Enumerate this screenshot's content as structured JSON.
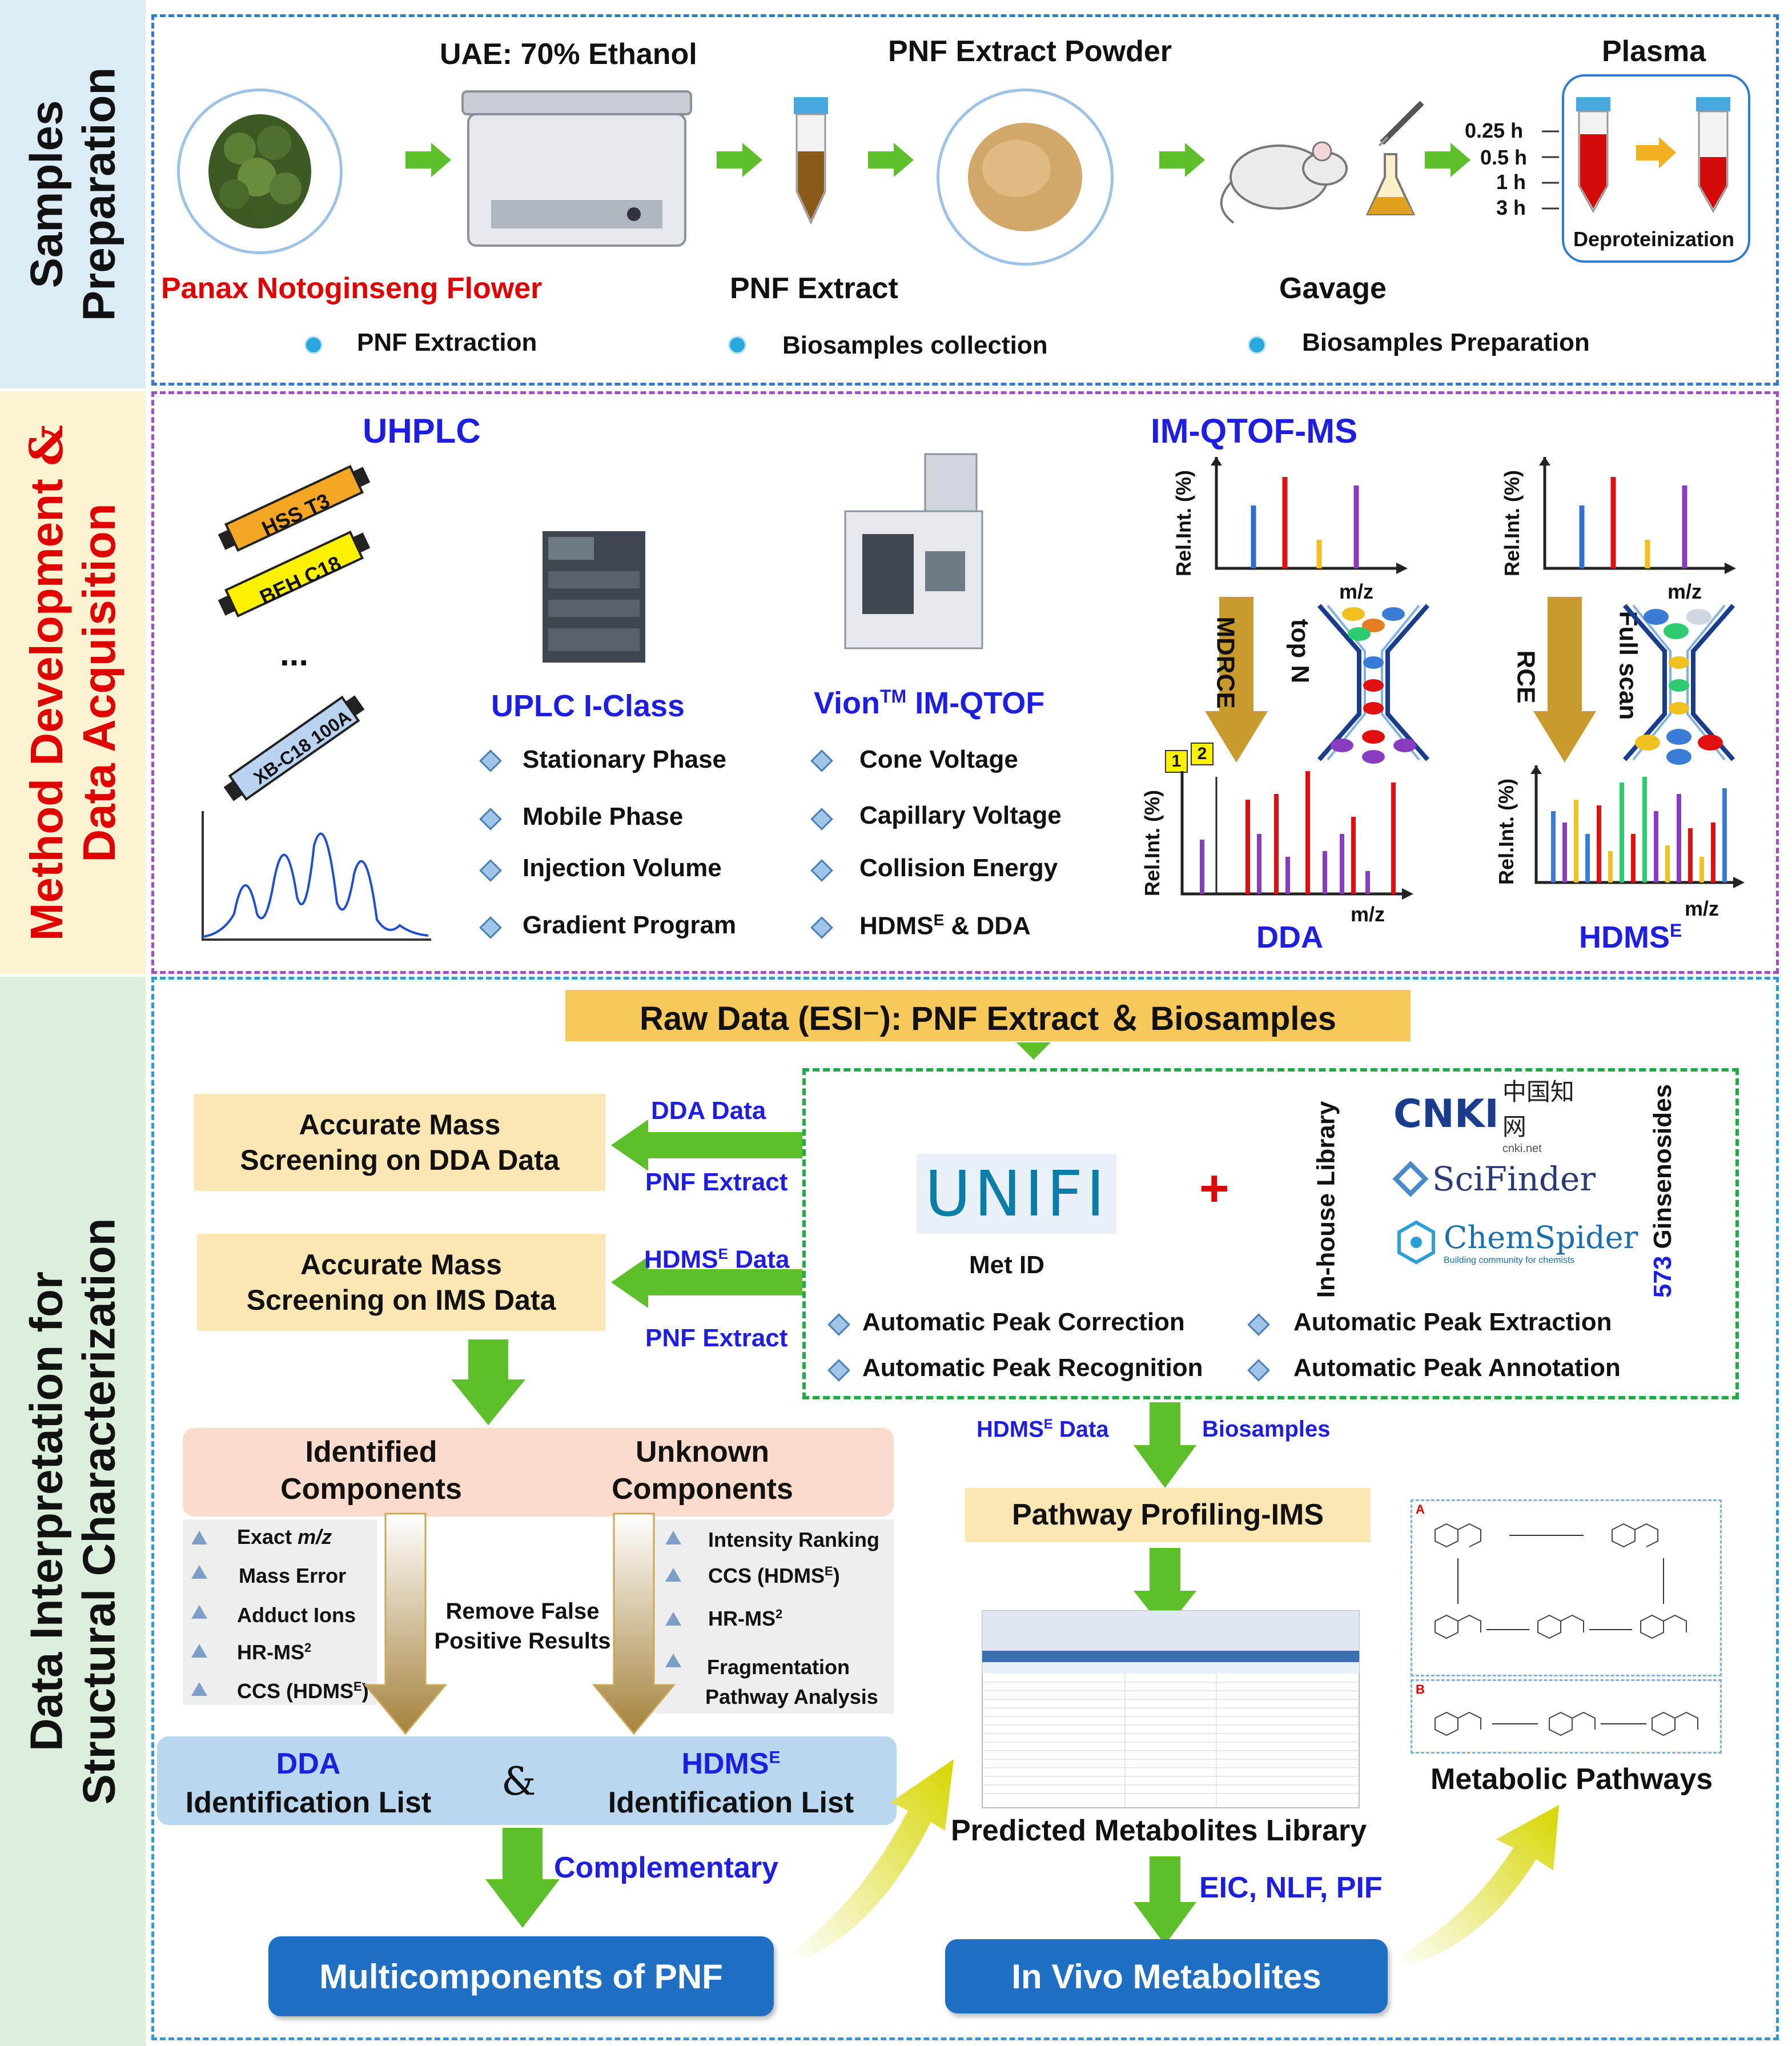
{
  "sidebars": {
    "s1": "Samples Preparation",
    "s1_lines": [
      "Samples",
      "Preparation"
    ],
    "s2_line1_a": "Method Development",
    "s2_line1_b": "&",
    "s2_line2": "Data Acquisition",
    "s3_lines": [
      "Data Interpretation for",
      "Structural Characterization"
    ]
  },
  "prep": {
    "flower_label": "Panax Notoginseng Flower",
    "uae_label": "UAE: 70% Ethanol",
    "powder_label": "PNF Extract Powder",
    "extract_label": "PNF Extract",
    "gavage_label": "Gavage",
    "plasma_label": "Plasma",
    "deprot_label": "Deproteinization",
    "times": [
      "0.25 h",
      "0.5 h",
      "1 h",
      "3 h"
    ],
    "bullets": [
      "PNF Extraction",
      "Biosamples collection",
      "Biosamples Preparation"
    ]
  },
  "method": {
    "uhplc_title": "UHPLC",
    "columns": [
      "HSS T3",
      "BEH C18",
      "...",
      "XB-C18 100A"
    ],
    "uplc_title": "UPLC I-Class",
    "uplc_params": [
      "Stationary Phase",
      "Mobile Phase",
      "Injection Volume",
      "Gradient Program"
    ],
    "vion_title": "Vion",
    "vion_tm": "TM",
    "vion_suffix": " IM-QTOF",
    "vion_params": [
      "Cone Voltage",
      "Capillary Voltage",
      "Collision Energy",
      "HDMS",
      "E",
      " & DDA"
    ],
    "imqtof_title": "IM-QTOF-MS",
    "axis_y": "Rel.Int. (%)",
    "axis_x": "m/z",
    "mdrce": "MDRCE",
    "topn": "top N",
    "rce": "RCE",
    "fullscan": "Full scan",
    "dda_label": "DDA",
    "hdms_label": "HDMS",
    "hdms_sup": "E",
    "badge1": "1",
    "badge2": "2"
  },
  "interp": {
    "raw_data": "Raw Data (ESI⁻): PNF Extract ＆ Biosamples",
    "box_dda": [
      "Accurate Mass",
      "Screening on DDA Data"
    ],
    "box_ims": [
      "Accurate Mass",
      "Screening on IMS Data"
    ],
    "dda_data": "DDA Data",
    "pnf_extract": "PNF Extract",
    "hdmse_data_a": "HDMS",
    "hdmse_data_sup": "E",
    "hdmse_data_b": " Data",
    "unifi_logo": "UNIFI",
    "met_id": "Met ID",
    "plus": "+",
    "inhouse": "In-house Library",
    "cnki": "CNKI",
    "cnki_cn": "中国知网",
    "cnki_sub": "cnki.net",
    "scifinder": "SciFinder",
    "chemspider": "ChemSpider",
    "chemspider_sub": "Building community for chemists",
    "ginsenosides_num": "573",
    "ginsenosides": " Ginsenosides",
    "auto": [
      "Automatic Peak Correction",
      "Automatic Peak Extraction",
      "Automatic Peak Recognition",
      "Automatic Peak Annotation"
    ],
    "hdmse_data2": "Data",
    "biosamples": "Biosamples",
    "identified": [
      "Identified",
      "Components"
    ],
    "unknown": [
      "Unknown",
      "Components"
    ],
    "left_crit": [
      "Exact ",
      "m/z",
      "Mass Error",
      "Adduct Ions",
      "HR-MS",
      "2",
      "CCS (HDMS",
      "E",
      ")"
    ],
    "right_crit": [
      "Intensity Ranking",
      "CCS (HDMS",
      "E",
      ")",
      "HR-MS",
      "2",
      "Fragmentation",
      "Pathway Analysis"
    ],
    "remove_fp": [
      "Remove False",
      "Positive Results"
    ],
    "dda_list": [
      "DDA",
      "Identification List"
    ],
    "hdms_list_a": "HDMS",
    "hdms_list_sup": "E",
    "hdms_list": "Identification List",
    "amp": "&",
    "complementary": "Complementary",
    "multicomponents": "Multicomponents of PNF",
    "pathway_profiling": "Pathway Profiling-IMS",
    "pred_lib": "Predicted Metabolites Library",
    "eic": "EIC, NLF, PIF",
    "in_vivo": "In Vivo Metabolites",
    "metabolic": "Metabolic Pathways",
    "pathway_a": "A",
    "pathway_b": "B"
  },
  "colors": {
    "blue_text": "#1e1ee0",
    "red_text": "#e00000",
    "panel1_border": "#2e7bd6",
    "panel2_border": "#a050c0",
    "panel3_border": "#2e9bd6",
    "green_arrow": "#5dbf2a",
    "navy_button": "#1f6fc4"
  }
}
